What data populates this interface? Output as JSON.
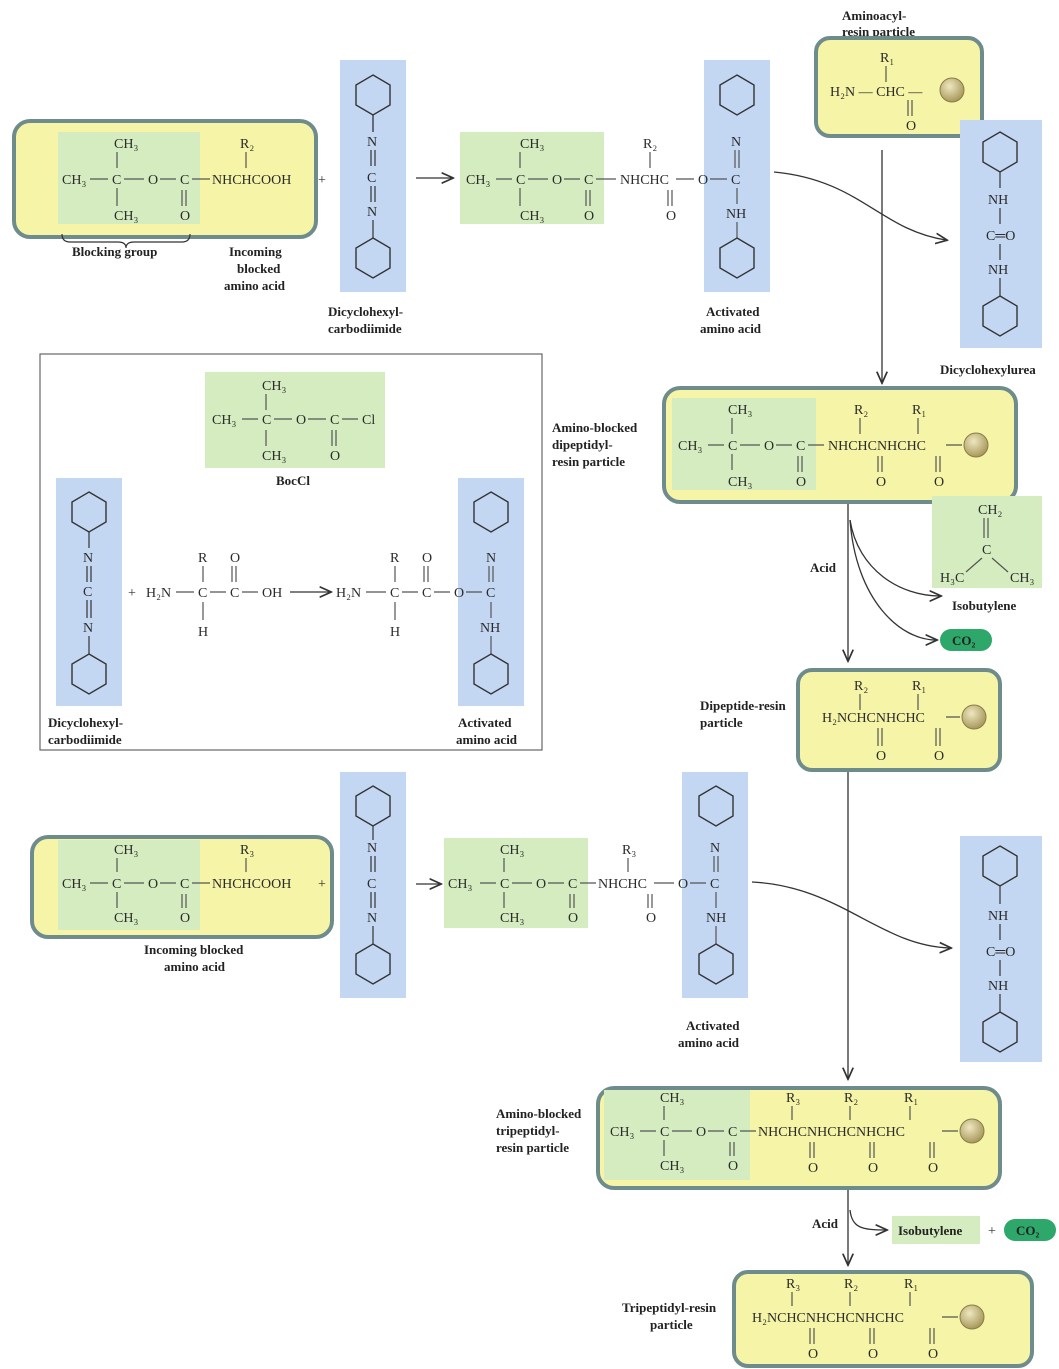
{
  "colors": {
    "yellow_box": "#f6f4a6",
    "yellow_border": "#6f8c8c",
    "green_box": "#d4ecc0",
    "blue_box": "#c3d6f2",
    "resin_bead": "#c8bb82",
    "co2_pill": "#2ea86a"
  },
  "labels": {
    "blocking_group": "Blocking group",
    "incoming_blocked_1": "Incoming",
    "incoming_blocked_2": "blocked",
    "incoming_blocked_3": "amino acid",
    "dcc_1": "Dicyclohexyl-",
    "dcc_2": "carbodiimide",
    "activated_1": "Activated",
    "activated_2": "amino acid",
    "aminoacyl_1": "Aminoacyl-",
    "aminoacyl_2": "resin particle",
    "dicyclohexylurea": "Dicyclohexylurea",
    "dipeptidyl_1": "Amino-blocked",
    "dipeptidyl_2": "dipeptidyl-",
    "dipeptidyl_3": "resin particle",
    "acid": "Acid",
    "isobutylene": "Isobutylene",
    "co2": "CO₂",
    "bocl": "BocCl",
    "dipeptide_resin_1": "Dipeptide-resin",
    "dipeptide_resin_2": "particle",
    "incoming_blocked_aa_1": "Incoming blocked",
    "incoming_blocked_aa_2": "amino acid",
    "tripeptidyl_1": "Amino-blocked",
    "tripeptidyl_2": "tripeptidyl-",
    "tripeptidyl_3": "resin particle",
    "tripeptidyl_resin_1": "Tripeptidyl-resin",
    "tripeptidyl_resin_2": "particle",
    "plus": "+"
  },
  "formulas": {
    "ch3": "CH₃",
    "r1": "R₁",
    "r2": "R₂",
    "r3": "R₃",
    "r": "R",
    "nhchcooh": "NHCHCOOH",
    "nhchc": "NHCHC",
    "h2n_chc": "H₂N — CHC —",
    "nhchcnhchc": "NHCHCNHCHC",
    "h2nchcnhchc": "H₂NCHCNHCHC",
    "nhchcnhchcnhchc": "NHCHCNHCHCNHCHC",
    "h2nchcnhchcnhchc": "H₂NCHCNHCHCNHCHC",
    "c": "C",
    "o": "O",
    "n": "N",
    "nh": "NH",
    "h": "H",
    "cl": "Cl",
    "oh": "OH",
    "h2n": "H₂N",
    "h3c": "H₃C",
    "ch2": "CH₂",
    "c_eq_o": "C═O",
    "isobutylene_label": "Isobutylene"
  }
}
